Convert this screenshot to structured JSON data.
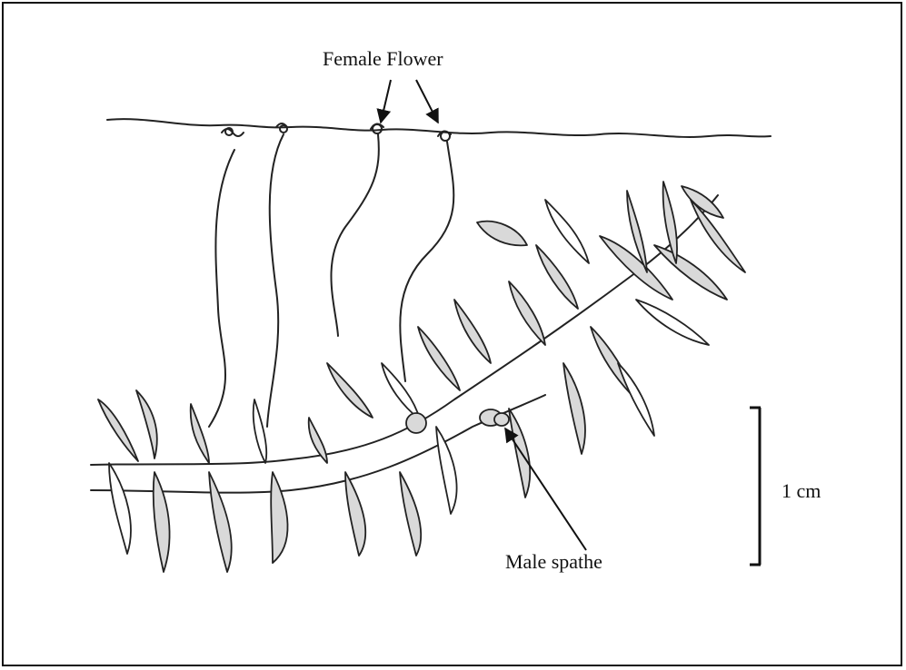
{
  "labels": {
    "female_flower": "Female Flower",
    "male_spathe": "Male spathe",
    "scale": "1 cm"
  },
  "colors": {
    "ink": "#222222",
    "leaf_fill": "#d9d9d9",
    "background": "#ffffff"
  }
}
